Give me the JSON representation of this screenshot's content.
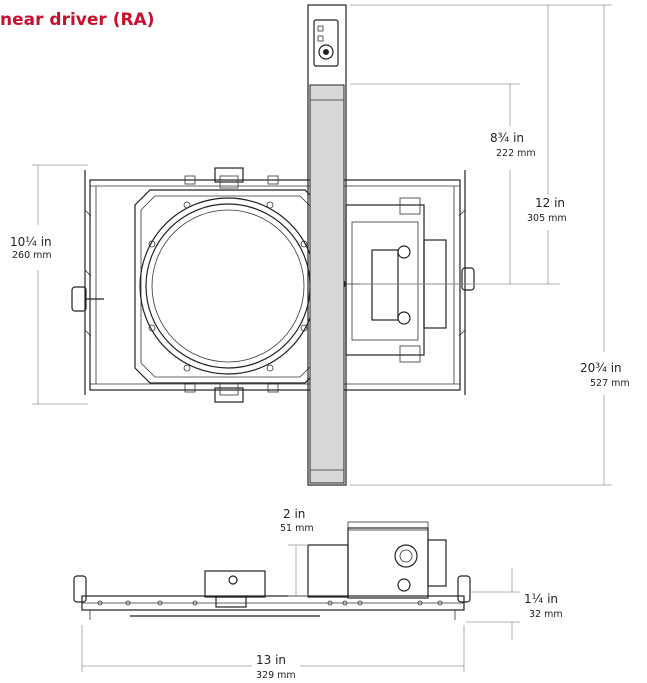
{
  "title": "near driver (RA)",
  "dimensions": {
    "height_left": {
      "imperial": "10¼ in",
      "metric": "260 mm"
    },
    "bar_lower": {
      "imperial": "8¾ in",
      "metric": "222 mm"
    },
    "bar_overall": {
      "imperial": "12 in",
      "metric": "305 mm"
    },
    "total_length": {
      "imperial": "20¾ in",
      "metric": "527 mm"
    },
    "side_height": {
      "imperial": "2 in",
      "metric": "51 mm"
    },
    "side_depth": {
      "imperial": "1¼ in",
      "metric": "32 mm"
    },
    "side_width": {
      "imperial": "13 in",
      "metric": "329 mm"
    }
  },
  "colors": {
    "title": "#c8102e",
    "bar_fill": "#d8d8d8",
    "line": "#222222"
  }
}
